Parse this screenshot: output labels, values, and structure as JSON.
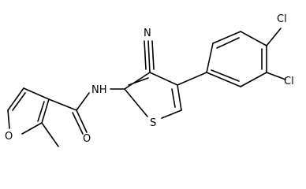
{
  "structure": {
    "atoms": {
      "nitrile_n": "N",
      "amide_nh": "NH",
      "thiophene_s": "S",
      "carbonyl_o": "O",
      "furan_o": "O",
      "cl_top": "Cl",
      "cl_bottom": "Cl"
    },
    "colors": {
      "line": "#000000",
      "background": "#ffffff"
    }
  }
}
